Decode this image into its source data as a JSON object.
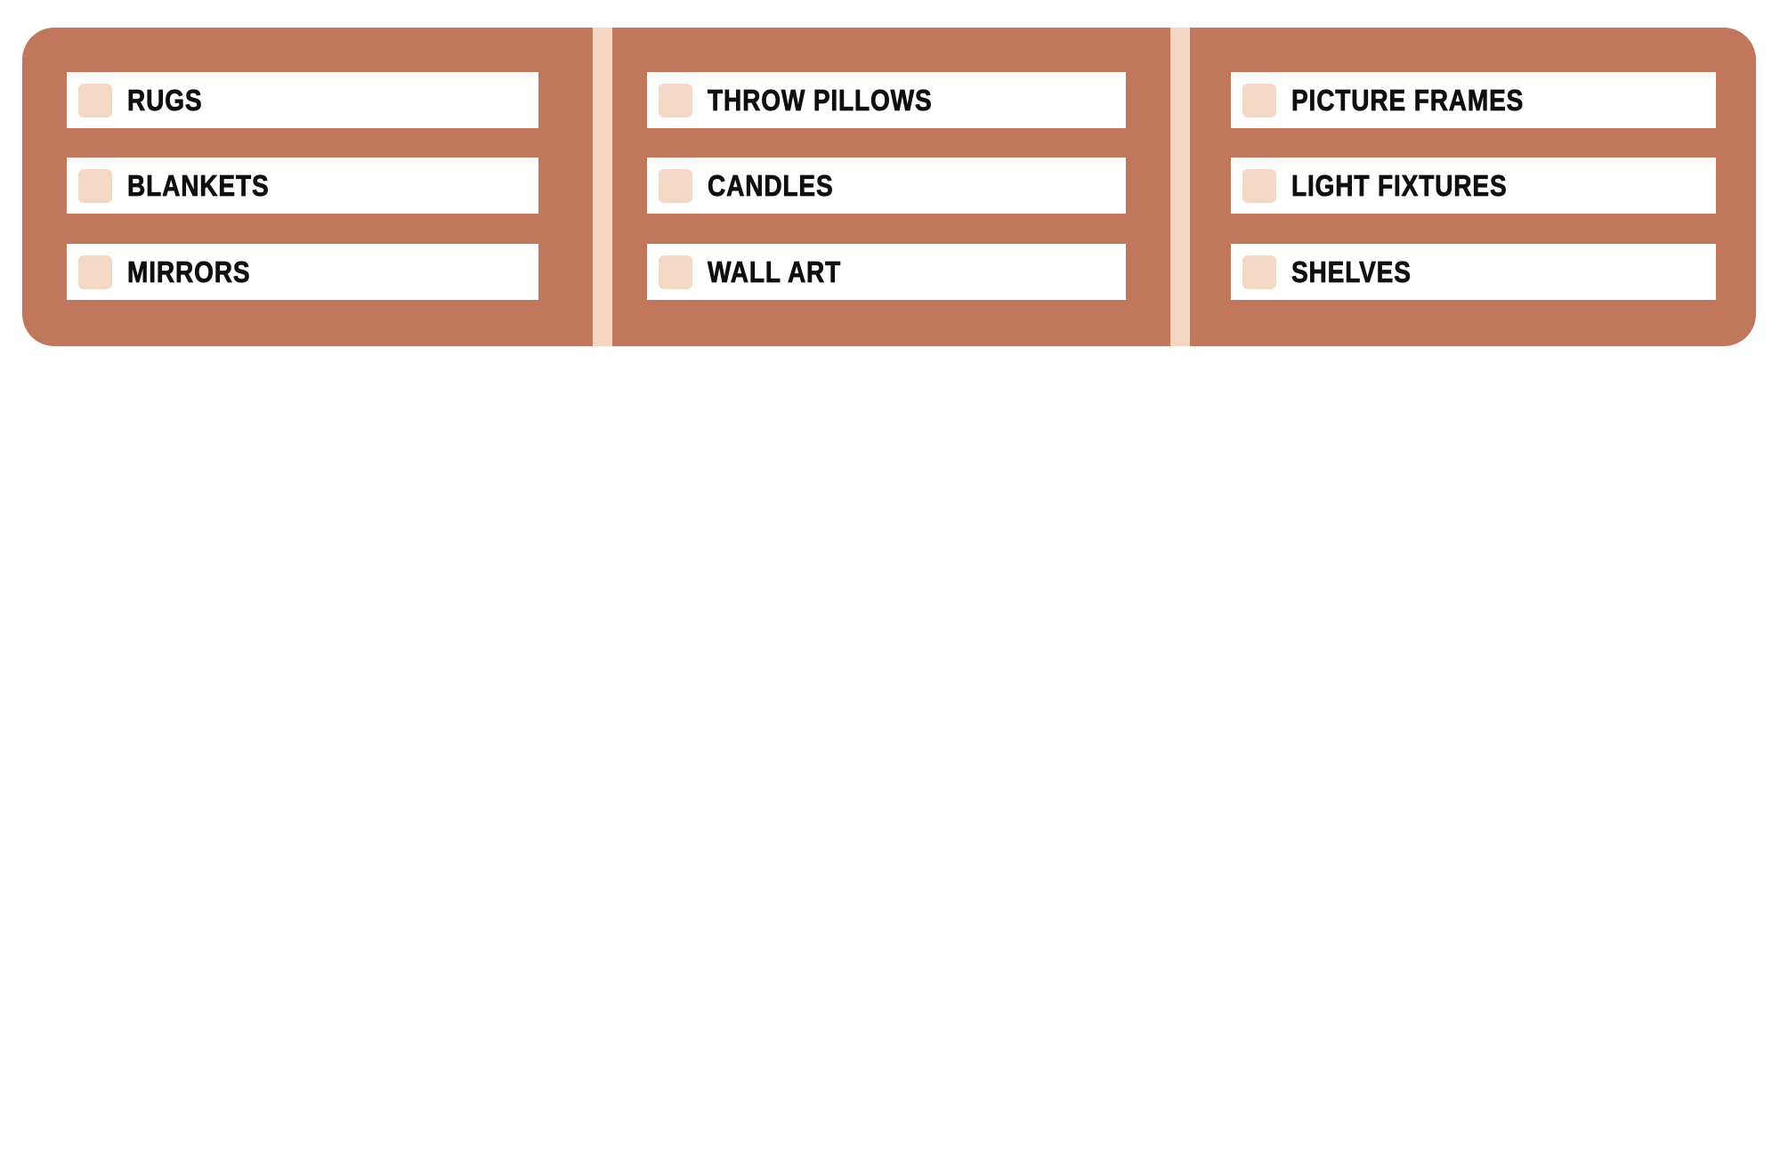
{
  "page": {
    "background": "#ffffff"
  },
  "checklist": {
    "colors": {
      "panel_background": "#c1775c",
      "divider": "#f4d5c2",
      "checkbox": "#f4d8c6",
      "row_background": "#ffffff",
      "label_text": "#0f0f0f"
    },
    "columns": [
      {
        "items": [
          {
            "label": "RUGS",
            "checked": false
          },
          {
            "label": "BLANKETS",
            "checked": false
          },
          {
            "label": "MIRRORS",
            "checked": false
          }
        ]
      },
      {
        "items": [
          {
            "label": "THROW PILLOWS",
            "checked": false
          },
          {
            "label": "CANDLES",
            "checked": false
          },
          {
            "label": "WALL ART",
            "checked": false
          }
        ]
      },
      {
        "items": [
          {
            "label": "PICTURE FRAMES",
            "checked": false
          },
          {
            "label": "LIGHT FIXTURES",
            "checked": false
          },
          {
            "label": "SHELVES",
            "checked": false
          }
        ]
      }
    ]
  }
}
